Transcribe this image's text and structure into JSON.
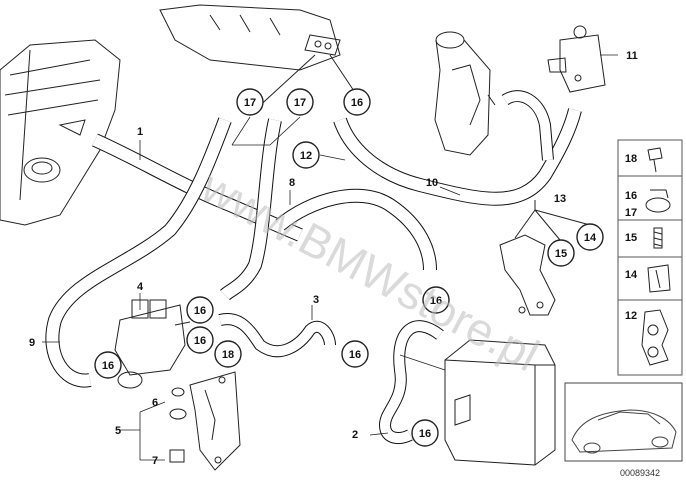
{
  "watermark": "www.BMWstore.pl",
  "diagram_id": "00089342",
  "callouts_circled": [
    {
      "id": "c17a",
      "text": "17"
    },
    {
      "id": "c17b",
      "text": "17"
    },
    {
      "id": "c16a",
      "text": "16"
    },
    {
      "id": "c12",
      "text": "12"
    },
    {
      "id": "c16b",
      "text": "16"
    },
    {
      "id": "c16c",
      "text": "16"
    },
    {
      "id": "c16d",
      "text": "16"
    },
    {
      "id": "c16e",
      "text": "16"
    },
    {
      "id": "c18",
      "text": "18"
    },
    {
      "id": "c16f",
      "text": "16"
    },
    {
      "id": "c16g",
      "text": "16"
    },
    {
      "id": "c16h",
      "text": "16"
    },
    {
      "id": "c15",
      "text": "15"
    },
    {
      "id": "c14",
      "text": "14"
    }
  ],
  "callouts_plain": [
    {
      "id": "p1",
      "text": "1"
    },
    {
      "id": "p2",
      "text": "2"
    },
    {
      "id": "p3",
      "text": "3"
    },
    {
      "id": "p4",
      "text": "4"
    },
    {
      "id": "p5",
      "text": "5"
    },
    {
      "id": "p6",
      "text": "6"
    },
    {
      "id": "p7",
      "text": "7"
    },
    {
      "id": "p8",
      "text": "8"
    },
    {
      "id": "p9",
      "text": "9"
    },
    {
      "id": "p10",
      "text": "10"
    },
    {
      "id": "p11",
      "text": "11"
    },
    {
      "id": "p13",
      "text": "13"
    }
  ],
  "legend_panel": [
    {
      "text": "18"
    },
    {
      "text": "16"
    },
    {
      "text": "17"
    },
    {
      "text": "15"
    },
    {
      "text": "14"
    },
    {
      "text": "12"
    }
  ]
}
